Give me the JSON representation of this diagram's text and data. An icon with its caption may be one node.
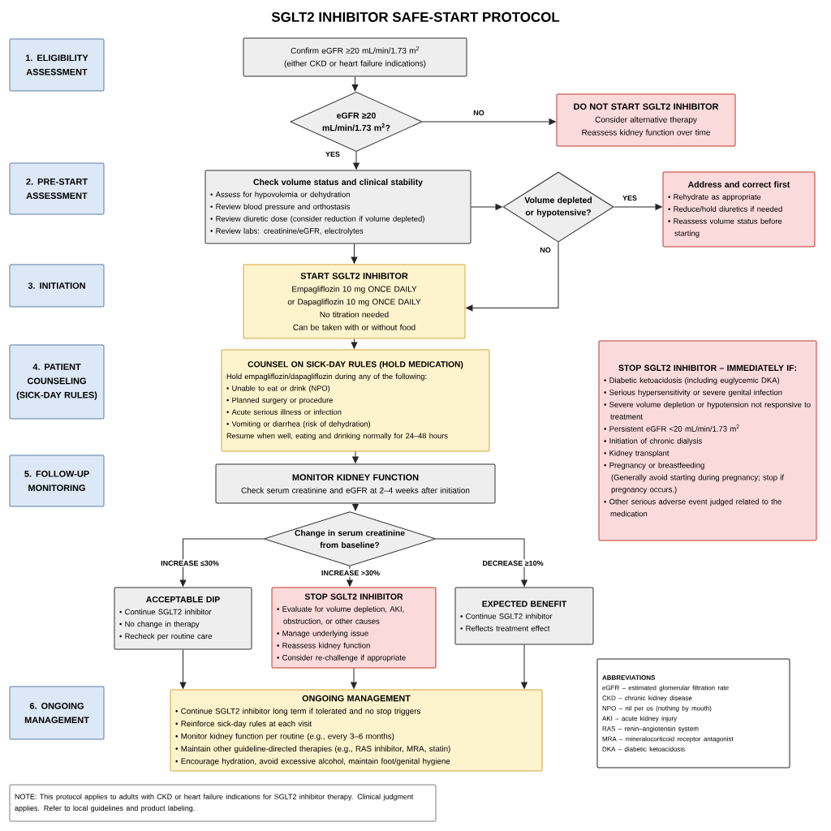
{
  "diagram": {
    "title": "SGLT2 INHIBITOR SAFE-START PROTOCOL",
    "nodes": [
      {
        "text": [
          "1. ELIGIBILITY ASSESSMENT"
        ]
      },
      {
        "text": [
          "Confirm eGFR ≥20 mL/min/1.73 m$^{2}$",
          "(either CKD or heart failure indications)"
        ]
      },
      {
        "text": [
          "eGFR ≥20 mL/min/1.73 m$^{2}$?"
        ]
      },
      {
        "text": [
          "DO NOT START SGLT2 INHIBITOR",
          "Consider alternative therapy",
          "Reassess kidney function over time"
        ]
      },
      {
        "text": [
          "2. PRE-START ASSESSMENT"
        ]
      },
      {
        "text": [
          "Check volume status and clinical stability",
          "• Assess for hypovolemia or dehydration",
          "• Review blood pressure and orthostasis",
          "• Review diuretic dose (consider reduction if volume depleted)",
          "• Review labs: creatinine/eGFR, electrolytes"
        ]
      },
      {
        "text": [
          "Volume depleted or hypotensive?"
        ]
      },
      {
        "text": [
          "Address and correct first",
          "• Rehydrate as appropriate",
          "• Reduce/hold diuretics if needed",
          "• Reassess volume status before starting"
        ]
      },
      {
        "text": [
          "3. INITIATION"
        ]
      },
      {
        "text": [
          "START SGLT2 INHIBITOR",
          "Empagliflozin 10 mg ONCE DAILY",
          "or Dapagliflozin 10 mg ONCE DAILY",
          "No titration needed",
          "Can be taken with or without food"
        ]
      },
      {
        "text": [
          "4. PATIENT COUNSELING (SICK-DAY RULES)"
        ]
      },
      {
        "text": [
          "COUNSEL ON SICK-DAY RULES (HOLD MEDICATION)",
          "Hold empagliflozin/dapagliflozin during any of the following:",
          "• Unable to eat or drink (NPO)",
          "• Planned surgery or procedure",
          "• Acute serious illness or infection",
          "• Vomiting or diarrhea (risk of dehydration)",
          "Resume when well, eating and drinking normally for 24–48 hours"
        ]
      },
      {
        "text": [
          "STOP SGLT2 INHIBITOR – IMMEDIATELY IF:",
          "• Diabetic ketoacidosis (including euglycemic DKA)",
          "• Serious hypersensitivity or severe genital infection",
          "• Severe volume depletion or hypotension not responsive to treatment",
          "• Persistent eGFR <20 mL/min/1.73 m$^{2}$",
          "• Initiation of chronic dialysis",
          "• Kidney transplant",
          "• Pregnancy or breastfeeding",
          "(Generally avoid starting during pregnancy; stop if pregnancy occurs.)",
          "• Other serious adverse event judged related to the medication"
        ]
      },
      {
        "text": [
          "5. FOLLOW-UP MONITORING"
        ]
      },
      {
        "text": [
          "MONITOR KIDNEY FUNCTION",
          "Check serum creatinine and eGFR at 2–4 weeks after initiation"
        ]
      },
      {
        "text": [
          "Change in serum creatinine from baseline?"
        ]
      },
      {
        "text": [
          "ACCEPTABLE DIP",
          "• Continue SGLT2 inhibitor",
          "• No change in therapy",
          "• Recheck per routine care"
        ]
      },
      {
        "text": [
          "STOP SGLT2 INHIBITOR",
          "• Evaluate for volume depletion, AKI, obstruction, or other causes",
          "• Manage underlying issue",
          "• Reassess kidney function",
          "• Consider re-challenge if appropriate"
        ]
      },
      {
        "text": [
          "EXPECTED BENEFIT",
          "• Continue SGLT2 inhibitor",
          "• Reflects treatment effect"
        ]
      },
      {
        "text": [
          "6. ONGOING MANAGEMENT"
        ]
      },
      {
        "text": [
          "ONGOING MANAGEMENT",
          "• Continue SGLT2 inhibitor long term if tolerated and no stop triggers",
          "• Reinforce sick-day rules at each visit",
          "• Monitor kidney function per routine (e.g., every 3–6 months)",
          "• Maintain other guideline-directed therapies (e.g., RAS inhibitor, MRA, statin)",
          "• Encourage hydration, avoid excessive alcohol, maintain foot/genital hygiene"
        ]
      },
      {
        "text": [
          "ABBREVIATIONS",
          "eGFR – estimated glomerular filtration rate",
          "CKD – chronic kidney disease",
          "NPO – nil per os (nothing by mouth)",
          "AKI – acute kidney injury",
          "RAS – renin–angiotensin system",
          "MRA – mineralocorticoid receptor antagonist",
          "DKA – diabetic ketoacidosis"
        ]
      },
      {
        "text": [
          "NOTE: This protocol applies to adults with CKD or heart failure indications for SGLT2 inhibitor therapy. Clinical judgment applies. Refer to local guidelines and product labeling."
        ]
      }
    ],
    "edges": [
      {
        "from": 1,
        "to": 2,
        "arrow": "to"
      },
      {
        "from": 2,
        "to": 3,
        "arrow": "to",
        "label": "NO"
      },
      {
        "from": 2,
        "to": 5,
        "arrow": "to",
        "label": "YES"
      },
      {
        "from": 5,
        "to": 6,
        "arrow": "to"
      },
      {
        "from": 6,
        "to": 7,
        "arrow": "to",
        "label": "YES"
      },
      {
        "from": 6,
        "to": 9,
        "arrow": "to",
        "label": "NO"
      },
      {
        "from": 5,
        "to": 9,
        "arrow": "to"
      },
      {
        "from": 9,
        "to": 11,
        "arrow": "to"
      },
      {
        "from": 11,
        "to": 14,
        "arrow": "to"
      },
      {
        "from": 14,
        "to": 15,
        "arrow": "to"
      },
      {
        "from": 15,
        "to": 16,
        "arrow": "to",
        "label": "INCREASE ≤30%"
      },
      {
        "from": 15,
        "to": 17,
        "arrow": "to",
        "label": "INCREASE >30%"
      },
      {
        "from": 15,
        "to": 18,
        "arrow": "to",
        "label": "DECREASE ≥10%"
      },
      {
        "from": 16,
        "to": 20,
        "arrow": "to"
      },
      {
        "from": 17,
        "to": 20,
        "arrow": "to"
      },
      {
        "from": 18,
        "to": 20,
        "arrow": "to"
      }
    ]
  }
}
